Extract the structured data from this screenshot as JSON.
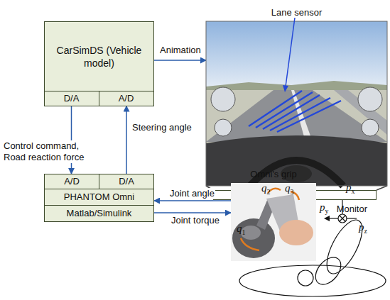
{
  "diagram": {
    "nodes": [
      {
        "text": [
          "CarSimDS (Vehicle model)"
        ]
      },
      {
        "text": [
          "D/A"
        ],
        "in": 0
      },
      {
        "text": [
          "A/D"
        ],
        "in": 0
      },
      {
        "text": [
          "Lane sensor"
        ]
      },
      {
        "text": [
          "Monitor"
        ]
      },
      {
        "text": [
          "A/D"
        ]
      },
      {
        "text": [
          "D/A"
        ]
      },
      {
        "text": [
          "PHANTOM Omni"
        ]
      },
      {
        "text": [
          "Matlab/Simulink"
        ]
      },
      {
        "text": [
          "Omni's grip"
        ]
      }
    ],
    "edges": [
      {
        "from": 0,
        "to": 3,
        "label": "Animation",
        "arrow": "to"
      },
      {
        "from": 1,
        "to": 5,
        "label": "Control command, Road reaction force",
        "arrow": "to"
      },
      {
        "from": 6,
        "to": 2,
        "label": "Steering angle",
        "arrow": "to"
      },
      {
        "from": 9,
        "to": 7,
        "label": "Joint angle",
        "arrow": "to"
      },
      {
        "from": 7,
        "to": 9,
        "label": "Joint torque",
        "arrow": "to"
      },
      {
        "from": 3,
        "to": 4,
        "arrow": "none"
      }
    ],
    "labels": [
      "q1",
      "q2",
      "q3",
      "px",
      "py",
      "pz"
    ]
  }
}
